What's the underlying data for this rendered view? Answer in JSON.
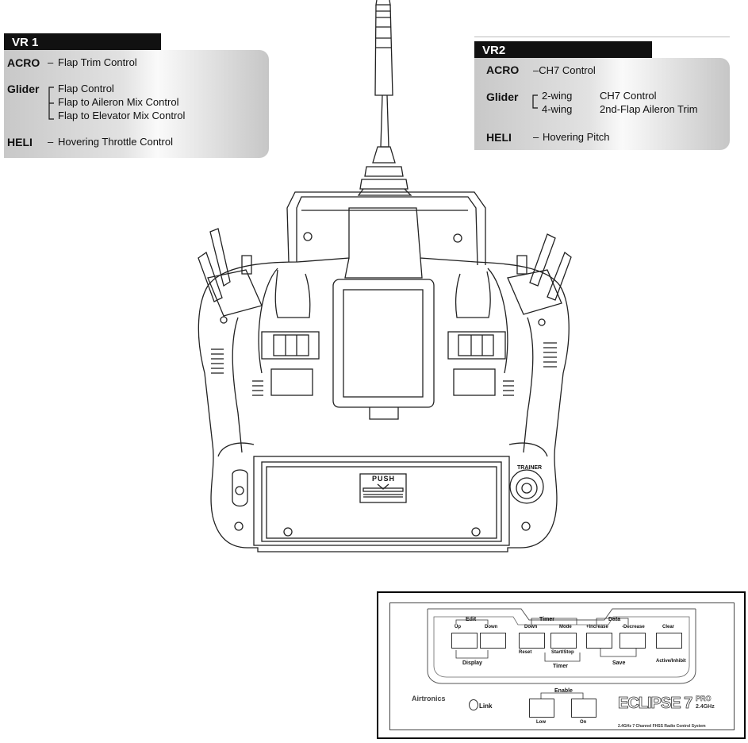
{
  "vr1": {
    "title": "VR 1",
    "acro": {
      "mode": "ACRO",
      "dash": "–",
      "text": "Flap Trim Control"
    },
    "glider": {
      "mode": "Glider",
      "lines": [
        "Flap Control",
        "Flap to Aileron Mix Control",
        "Flap to Elevator Mix Control"
      ]
    },
    "heli": {
      "mode": "HELI",
      "dash": "–",
      "text": "Hovering Throttle Control"
    }
  },
  "vr2": {
    "title": "VR2",
    "acro": {
      "mode": "ACRO",
      "text": "–CH7  Control"
    },
    "glider": {
      "mode": "Glider",
      "wing2": "2-wing",
      "wing2_fn": "CH7  Control",
      "wing4": "4-wing",
      "wing4_fn": "2nd-Flap Aileron Trim"
    },
    "heli": {
      "mode": "HELI",
      "dash": "–",
      "text": "Hovering Pitch"
    }
  },
  "transmitter": {
    "push_label": "PUSH",
    "trainer_label": "TRAINER"
  },
  "keypad": {
    "edit_label": "Edit",
    "key_up": "Up",
    "key_down": "Down",
    "display_label": "Display",
    "timer_group_label": "Timer",
    "key_down2": "Down",
    "key_mode": "Mode",
    "reset_label": "Reset",
    "start_stop_label": "Start/Stop",
    "timer_label": "Timer",
    "data_label": "Data",
    "key_increase": "+Increase",
    "key_decrease": "-Decrease",
    "save_label": "Save",
    "key_clear": "Clear",
    "active_inhibit_label": "Active/Inhibit",
    "logo_text": "Airtronics",
    "link_label": "Link",
    "enable_label": "Enable",
    "key_low": "Low",
    "key_on": "On",
    "brand": "ECLIPSE 7",
    "model_suffix": "PRO",
    "sub_brand": "2.4GHz",
    "tagline": "2.4GHz 7 Channel FHSS Radio Control System"
  },
  "colors": {
    "tab_bg": "#111111",
    "line": "#222222"
  }
}
